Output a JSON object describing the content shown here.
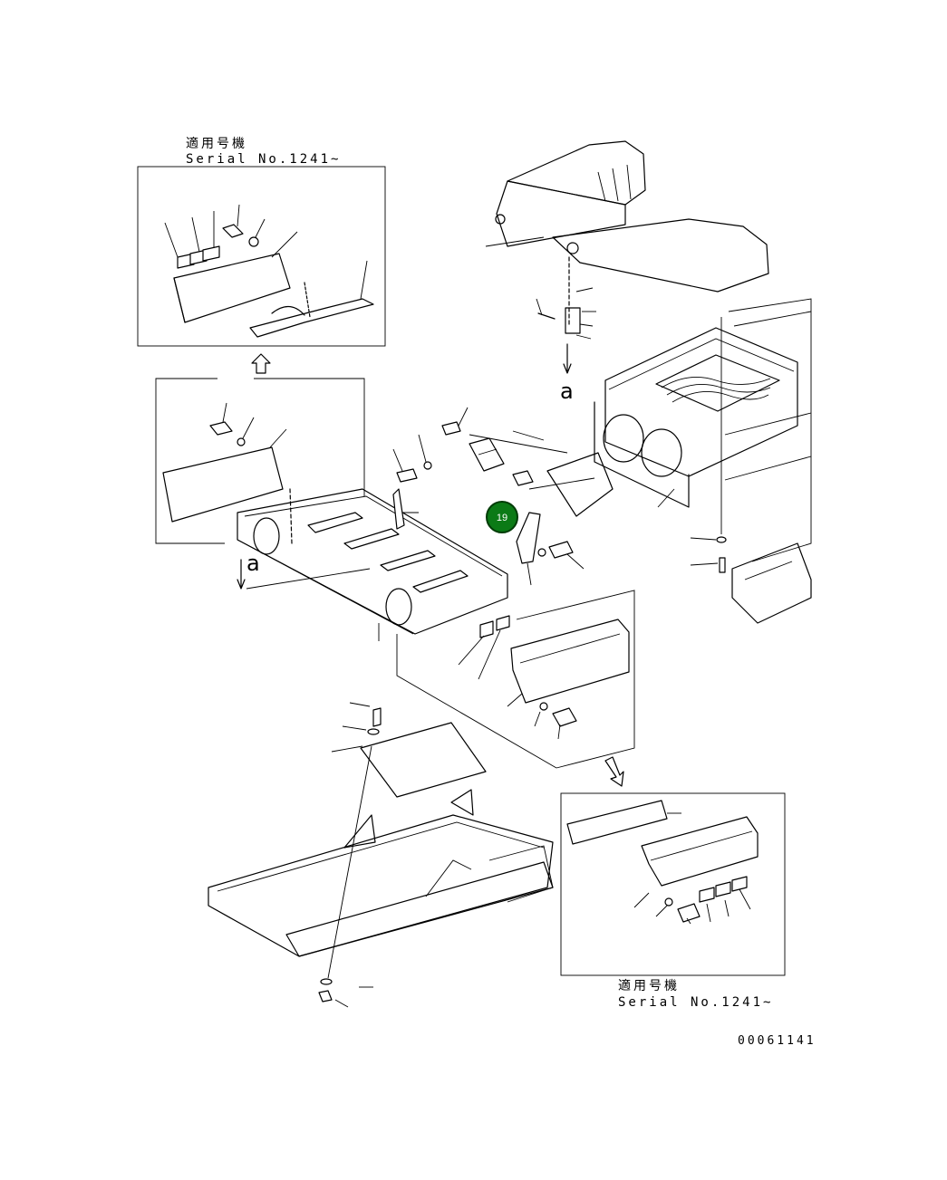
{
  "inset_top": {
    "title_jp": "適用号機",
    "title_en": "Serial No.1241~"
  },
  "inset_bottom": {
    "title_jp": "適用号機",
    "title_en": "Serial No.1241~"
  },
  "view_markers": {
    "upper": "a",
    "lower": "a"
  },
  "callout": {
    "number": "19",
    "color": "#0b7a16",
    "border": "#003b06"
  },
  "drawing_code": "00061141"
}
